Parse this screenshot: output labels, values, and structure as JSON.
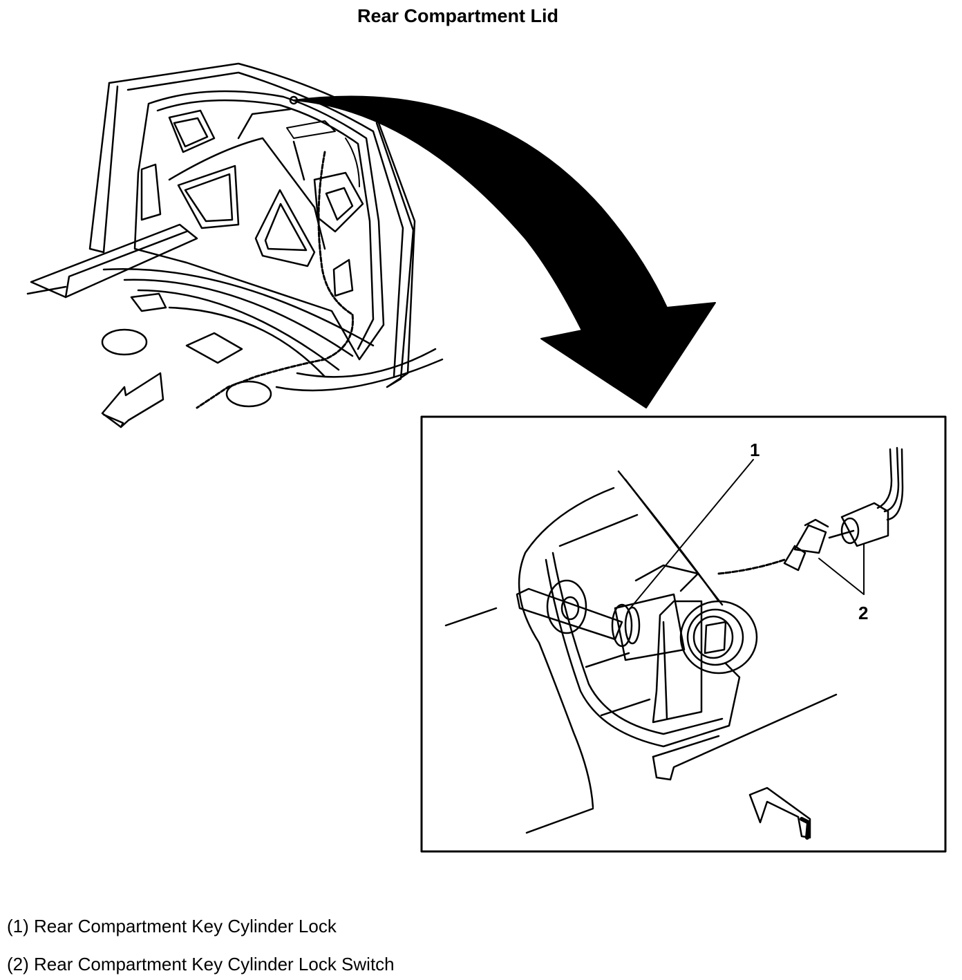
{
  "title": "Rear Compartment Lid",
  "callouts": [
    {
      "number": "1",
      "label": "(1) Rear Compartment Key Cylinder Lock"
    },
    {
      "number": "2",
      "label": "(2) Rear Compartment Key Cylinder Lock Switch"
    }
  ],
  "colors": {
    "ink": "#000000",
    "paper": "#ffffff"
  }
}
